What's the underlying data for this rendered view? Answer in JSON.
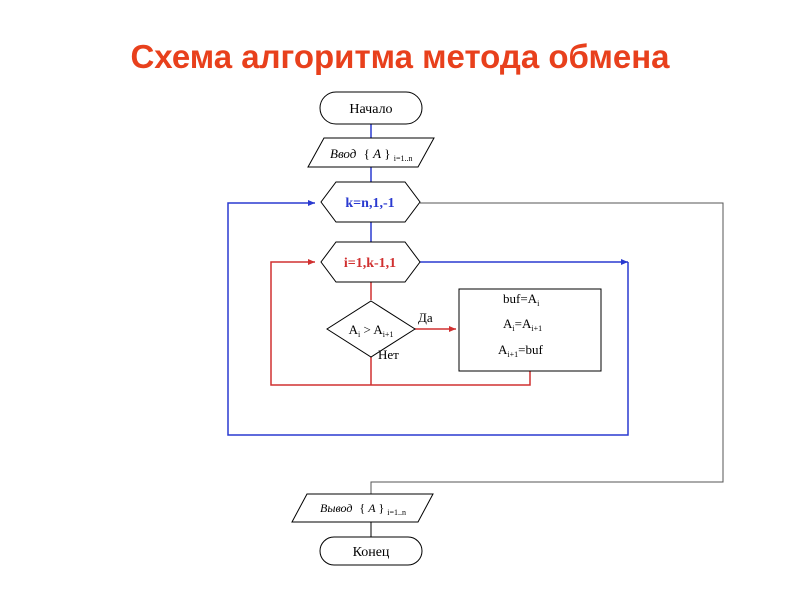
{
  "title": "Схема алгоритма метода обмена",
  "colors": {
    "title": "#e8401c",
    "outer_loop": "#2a3ad0",
    "inner_loop": "#d03030",
    "exit_line": "#555555",
    "outline": "#000000"
  },
  "blocks": {
    "start": "Начало",
    "input_prefix": "Ввод",
    "input_var": "A",
    "input_sub": "i=1..n",
    "outer_loop": "k=n,1,-1",
    "inner_loop": "i=1,k-1,1",
    "cond_left": "A",
    "cond_left_sub": "i",
    "cond_op": " > ",
    "cond_right": "A",
    "cond_right_sub": "i+1",
    "yes": "Да",
    "no": "Нет",
    "swap_line1_left": "buf=A",
    "swap_line1_sub": "i",
    "swap_line2_left": "A",
    "swap_line2_sub1": "i",
    "swap_line2_mid": "=A",
    "swap_line2_sub2": "i+1",
    "swap_line3_left": "A",
    "swap_line3_sub": "i+1",
    "swap_line3_right": "=buf",
    "output_prefix": "Вывод",
    "output_var": "A",
    "output_sub": "i=1..n",
    "end": "Конец"
  }
}
